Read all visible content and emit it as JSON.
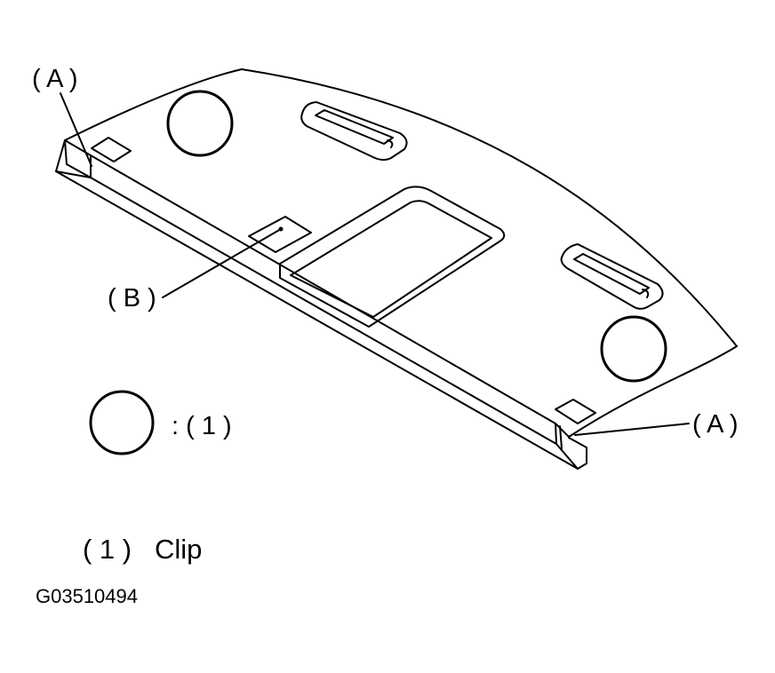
{
  "labels": {
    "callout_a_top": "( A )",
    "callout_a_right": "( A )",
    "callout_b": "( B )"
  },
  "legend": {
    "symbol_text": ": ( 1 )",
    "symbol_icon": "circle-icon"
  },
  "caption": "( 1 )   Clip",
  "figure_id": "G03510494",
  "colors": {
    "line": "#000000",
    "background": "#ffffff"
  }
}
